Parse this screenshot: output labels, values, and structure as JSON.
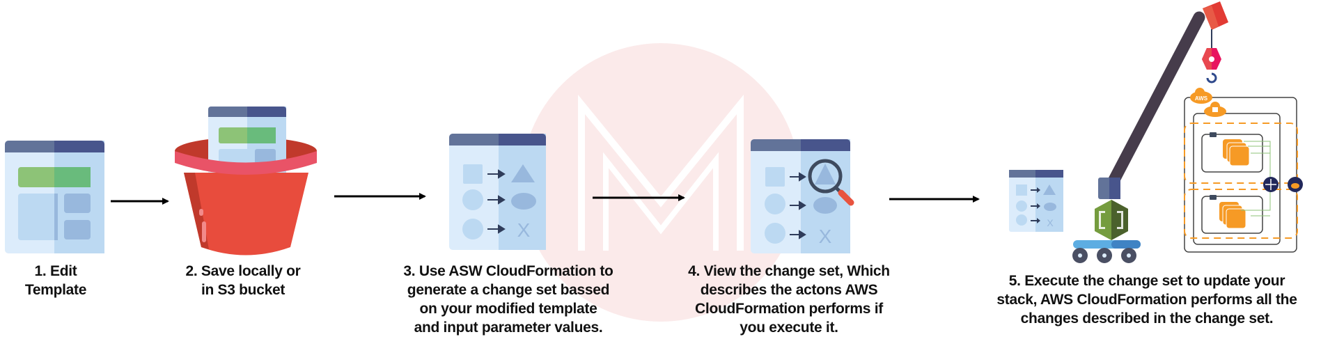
{
  "steps": [
    {
      "number": "1",
      "lines": [
        "1. Edit",
        "Template"
      ]
    },
    {
      "number": "2",
      "lines": [
        "2. Save locally or",
        "in S3 bucket"
      ]
    },
    {
      "number": "3",
      "lines": [
        "3. Use ASW CloudFormation to",
        "generate a change set bassed",
        "on your modified template",
        "and input parameter values."
      ]
    },
    {
      "number": "4",
      "lines": [
        "4. View the change set, Which",
        "describes the actons AWS",
        "CloudFormation performs if",
        "you execute it."
      ]
    },
    {
      "number": "5",
      "lines": [
        "5. Execute the change set to update your",
        "stack, AWS CloudFormation performs all the",
        "changes described in the change set."
      ]
    }
  ],
  "aws_badge": "AWS",
  "colors": {
    "window_header_left": "#627399",
    "window_header_right": "#48558c",
    "window_body_left": "#dcecfb",
    "window_body_right": "#bcd9f2",
    "shape": "#98b8dd",
    "green": "#8dc377",
    "bucket": "#e84c3d",
    "bucket_rim": "#e95367",
    "crane_boom": "#463c4b",
    "aws_orange": "#f69a25",
    "watermark": "#fbeaea"
  }
}
